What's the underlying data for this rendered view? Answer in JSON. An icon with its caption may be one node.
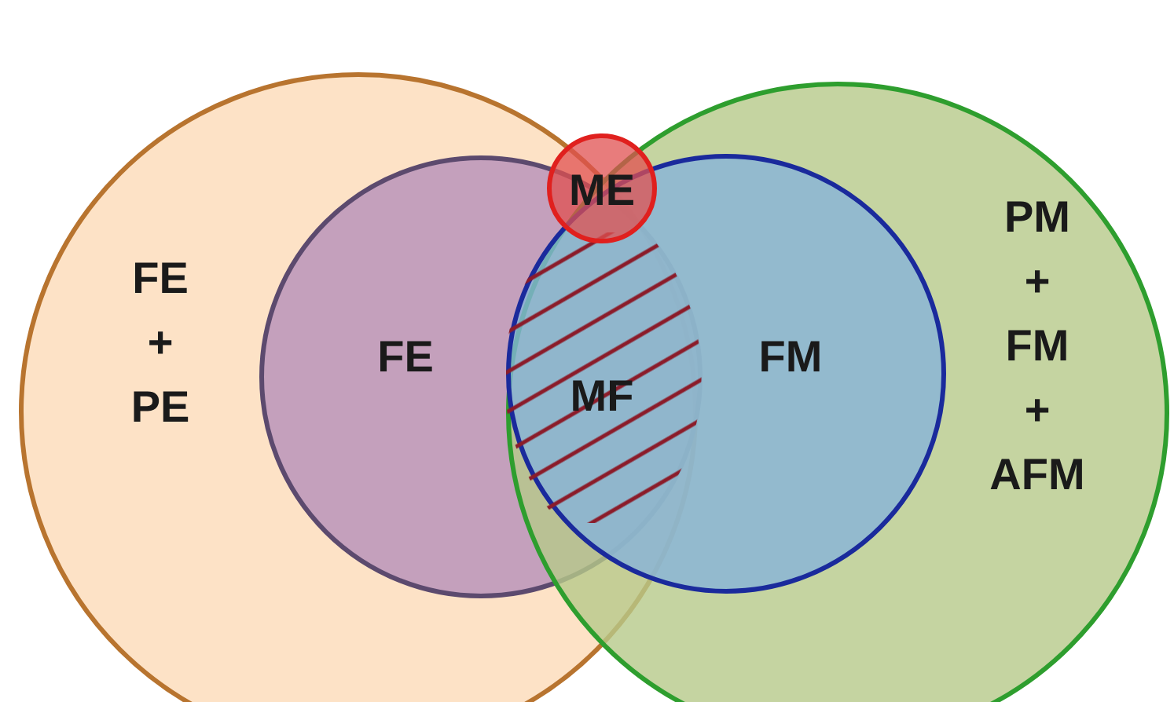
{
  "diagram": {
    "nodes": [
      {
        "text": [
          "FE + PE"
        ]
      },
      {
        "text": [
          "FE"
        ],
        "in": 0
      },
      {
        "text": [
          "PM + FM + AFM"
        ]
      },
      {
        "text": [
          "FM"
        ],
        "in": 2
      },
      {
        "text": [
          "MF"
        ]
      },
      {
        "text": [
          "ME"
        ]
      }
    ]
  }
}
